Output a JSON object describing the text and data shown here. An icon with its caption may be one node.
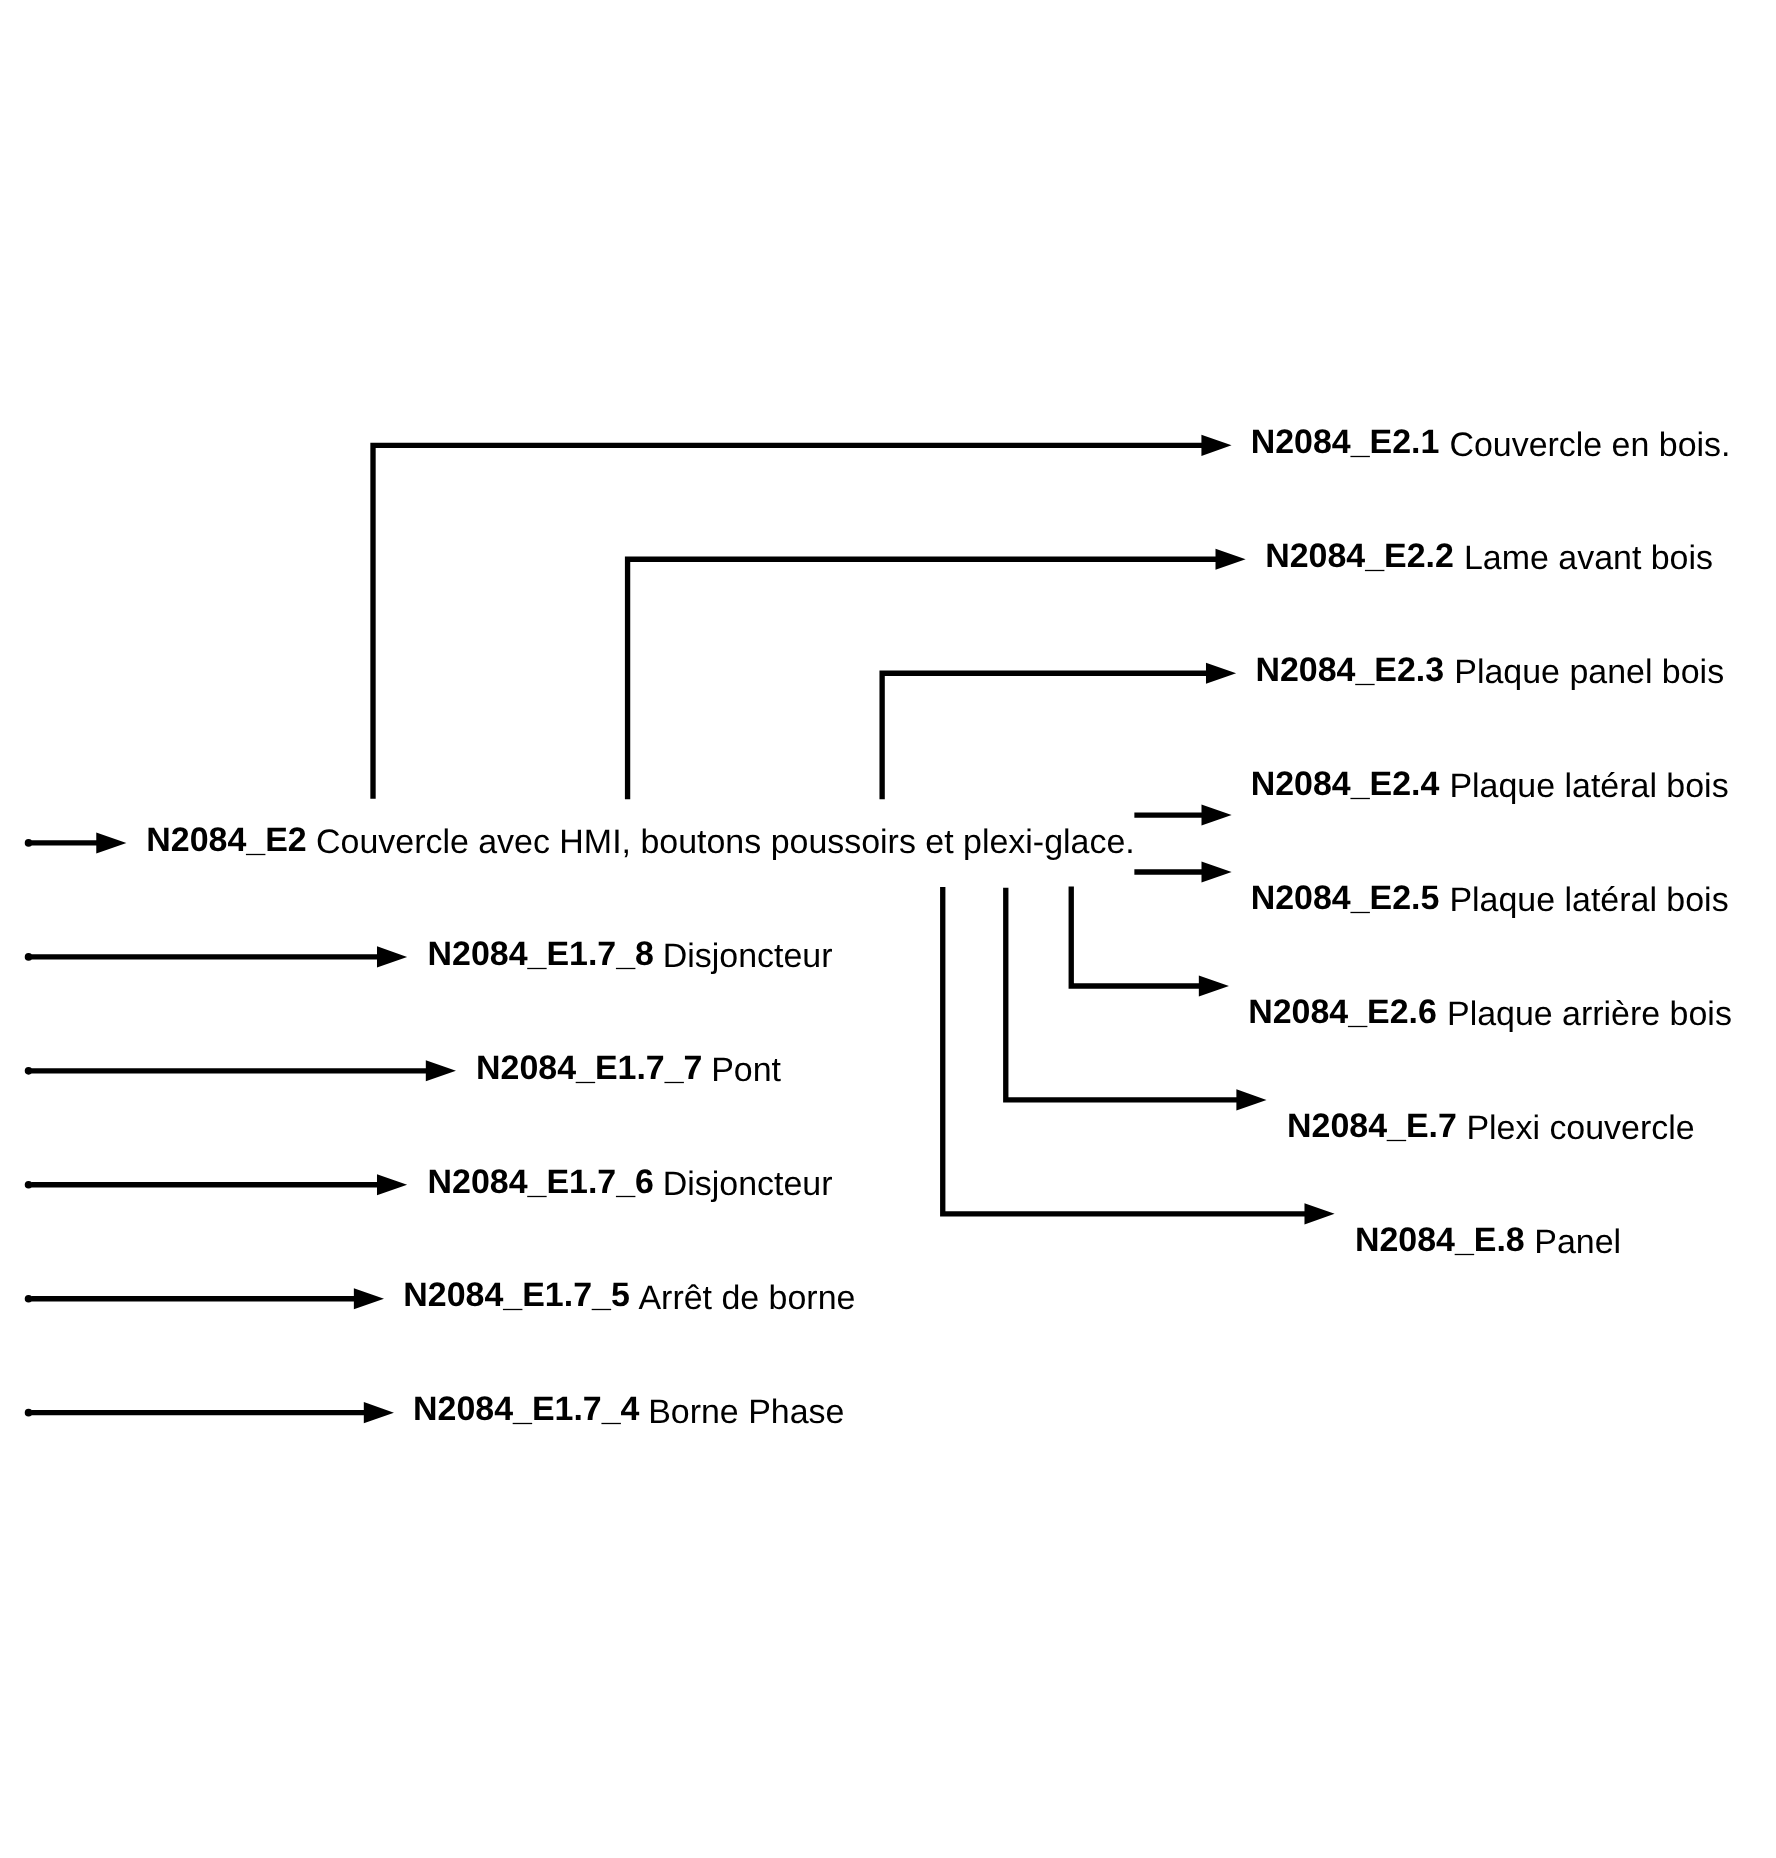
{
  "diagram": {
    "nodes": [
      {
        "text": [
          "N2084_E1.7_4"
        ],
        "beside": [
          "Borne Phase"
        ]
      },
      {
        "text": [
          "N2084_E1.7_5"
        ],
        "beside": [
          "Arrêt de borne"
        ]
      },
      {
        "text": [
          "N2084_E1.7_6"
        ],
        "beside": [
          "Disjoncteur"
        ]
      },
      {
        "text": [
          "N2084_E1.7_7"
        ],
        "beside": [
          "Pont"
        ]
      },
      {
        "text": [
          "N2084_E1.7_8"
        ],
        "beside": [
          "Disjoncteur"
        ]
      },
      {
        "text": [
          "N2084_E2"
        ],
        "beside": [
          "Couvercle avec HMI, boutons poussoirs et plexi-glace."
        ]
      },
      {
        "text": [
          "N2084_E2.1"
        ],
        "beside": [
          "Couvercle en bois."
        ]
      },
      {
        "text": [
          "N2084_E2.2"
        ],
        "beside": [
          "Lame avant bois"
        ]
      },
      {
        "text": [
          "N2084_E2.3"
        ],
        "beside": [
          "Plaque panel bois"
        ]
      },
      {
        "text": [
          "N2084_E2.4"
        ],
        "beside": [
          "Plaque latéral bois"
        ]
      },
      {
        "text": [
          "N2084_E2.5"
        ],
        "beside": [
          "Plaque latéral bois"
        ]
      },
      {
        "text": [
          "N2084_E2.6"
        ],
        "beside": [
          "Plaque arrière bois"
        ]
      },
      {
        "text": [
          "N2084_E.7"
        ],
        "beside": [
          "Plexi couvercle"
        ]
      },
      {
        "text": [
          "N2084_E.8"
        ],
        "beside": [
          "Panel"
        ]
      }
    ],
    "edges": [
      {
        "from": null,
        "to": 0,
        "arrow": "to"
      },
      {
        "from": null,
        "to": 1,
        "arrow": "to"
      },
      {
        "from": null,
        "to": 2,
        "arrow": "to"
      },
      {
        "from": null,
        "to": 3,
        "arrow": "to"
      },
      {
        "from": null,
        "to": 4,
        "arrow": "to"
      },
      {
        "from": null,
        "to": 5,
        "arrow": "to"
      },
      {
        "from": 5,
        "to": 6,
        "arrow": "to"
      },
      {
        "from": 5,
        "to": 7,
        "arrow": "to"
      },
      {
        "from": 5,
        "to": 8,
        "arrow": "to"
      },
      {
        "from": 5,
        "to": 9,
        "arrow": "to"
      },
      {
        "from": 5,
        "to": 10,
        "arrow": "to"
      },
      {
        "from": 5,
        "to": 11,
        "arrow": "to"
      },
      {
        "from": 5,
        "to": 12,
        "arrow": "to"
      },
      {
        "from": 5,
        "to": 13,
        "arrow": "to"
      }
    ]
  }
}
